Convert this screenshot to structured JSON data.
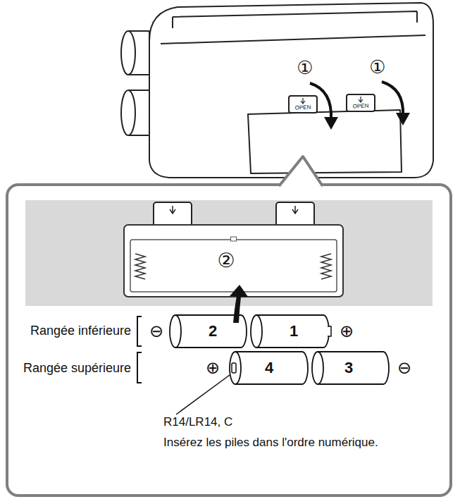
{
  "diagram": {
    "nodes": [
      {
        "text": [
          "②"
        ]
      },
      {
        "text": [
          "2"
        ]
      },
      {
        "text": [
          "1"
        ]
      },
      {
        "text": [
          "4"
        ]
      },
      {
        "text": [
          "3"
        ]
      }
    ],
    "labels": [
      "①",
      "OPEN",
      "①",
      "OPEN",
      "Rangée inférieure",
      "⊖",
      "⊕",
      "Rangée supérieure",
      "⊕",
      "⊖",
      "R14/LR14, C",
      "Insérez les piles dans l'ordre numérique."
    ]
  }
}
